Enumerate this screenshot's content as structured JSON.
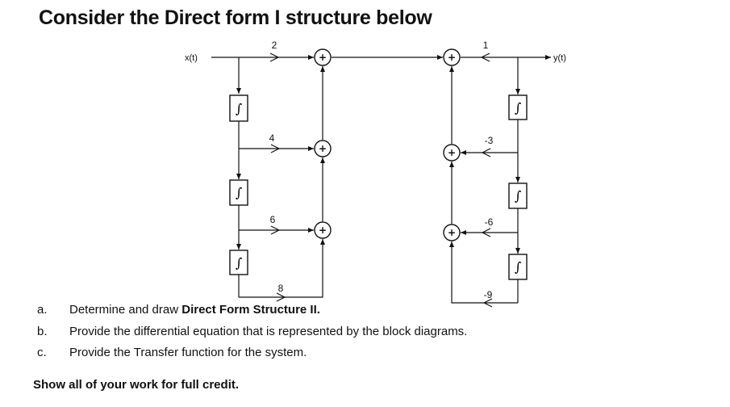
{
  "title": "Consider the Direct form I structure below",
  "diagram": {
    "input_label": "x(t)",
    "output_label": "y(t)",
    "integrator_symbol": "∫",
    "adder_symbol": "+",
    "feedforward_gains": [
      "2",
      "4",
      "6",
      "8"
    ],
    "feedback_gains": [
      "1",
      "-3",
      "-6",
      "-9"
    ]
  },
  "questions": [
    {
      "label": "a.",
      "text": "Determine and draw ",
      "bold": "Direct Form Structure II."
    },
    {
      "label": "b.",
      "text": "Provide the differential equation that is represented by the block diagrams.",
      "bold": ""
    },
    {
      "label": "c.",
      "text": "Provide the Transfer function for the system.",
      "bold": ""
    }
  ],
  "footer": "Show all of your work for full credit."
}
